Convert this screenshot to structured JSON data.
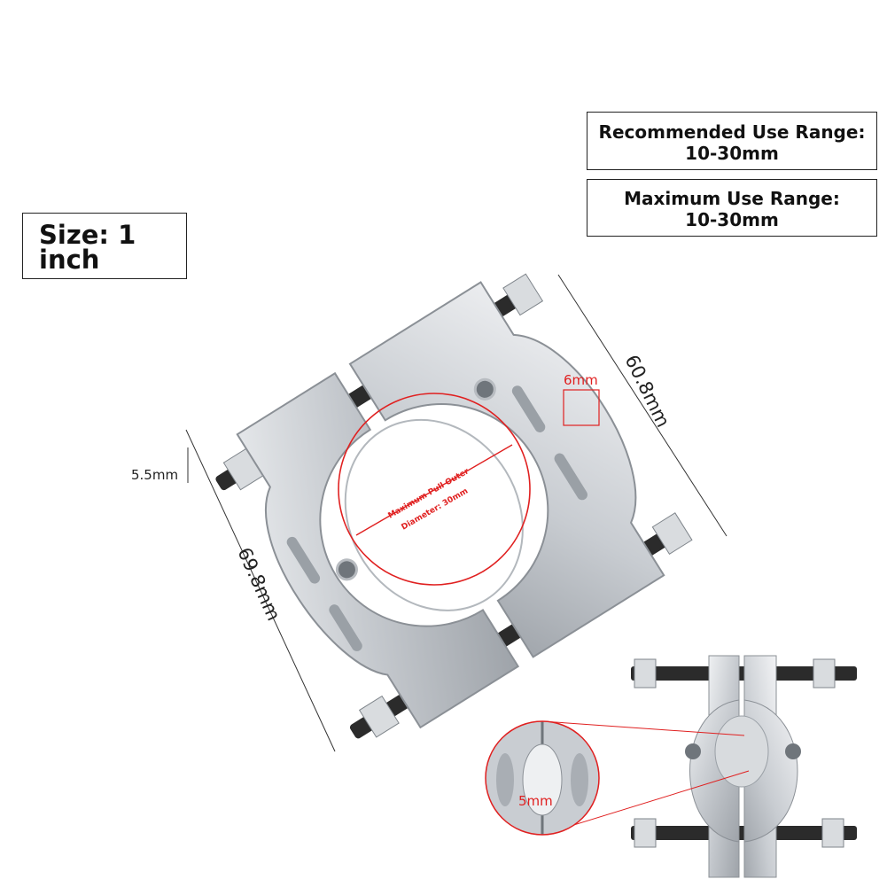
{
  "size_label": {
    "line1": "Size: 1",
    "line2": "inch"
  },
  "recommended_range": {
    "label": "Recommended Use Range:",
    "value": "10-30mm"
  },
  "maximum_range": {
    "label": "Maximum Use Range:",
    "value": "10-30mm"
  },
  "dimensions": {
    "width": "60.8mm",
    "height": "69.8mm",
    "bolt_diameter": "5.5mm",
    "hole": "6mm",
    "edge_gap": "5mm",
    "pull_outer_line1": "Maximum Pull Outer",
    "pull_outer_line2": "Diameter: 30mm"
  },
  "colors": {
    "accent": "#e02020",
    "steel": "#c9cdd2",
    "bolt": "#2b2b2b"
  }
}
